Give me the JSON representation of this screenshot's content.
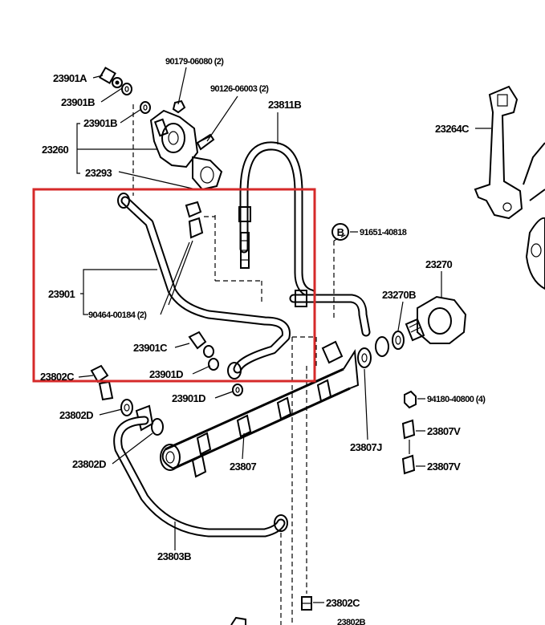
{
  "labels": {
    "l_23901A": "23901A",
    "l_23901B_1": "23901B",
    "l_23901B_2": "23901B",
    "l_23260": "23260",
    "l_23293": "23293",
    "l_90179": "90179-06080 (2)",
    "l_90126": "90126-06003 (2)",
    "l_23811B": "23811B",
    "l_23264C": "23264C",
    "l_91651": "91651-40818",
    "l_B": "B",
    "l_23270": "23270",
    "l_23270B": "23270B",
    "l_23901": "23901",
    "l_90464": "90464-00184 (2)",
    "l_23901C": "23901C",
    "l_23901D_1": "23901D",
    "l_23901D_2": "23901D",
    "l_23802C_1": "23802C",
    "l_23802D_1": "23802D",
    "l_23802D_2": "23802D",
    "l_23807": "23807",
    "l_23807J": "23807J",
    "l_94180": "94180-40800 (4)",
    "l_23807V_1": "23807V",
    "l_23807V_2": "23807V",
    "l_23803B": "23803B",
    "l_23802C_2": "23802C",
    "l_23802B": "23802B"
  },
  "highlight": {
    "color": "#d62a2a"
  }
}
